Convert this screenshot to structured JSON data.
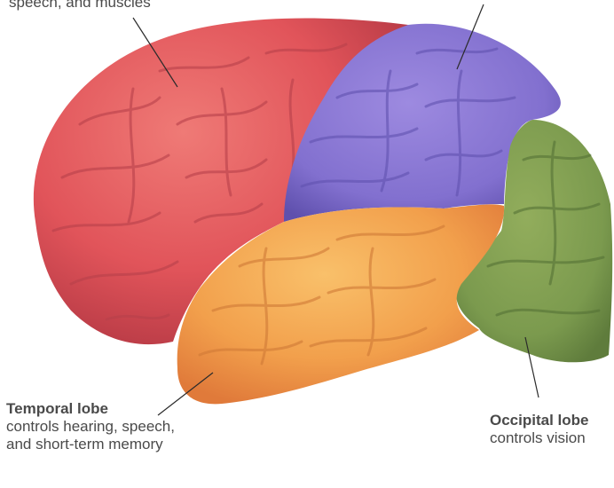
{
  "labels": {
    "frontal": {
      "desc": "speech, and muscles"
    },
    "temporal": {
      "title": "Temporal lobe",
      "desc": "controls hearing, speech, and short-term memory"
    },
    "occipital": {
      "title": "Occipital lobe",
      "desc": "controls vision"
    }
  },
  "colors": {
    "frontal": "#e1545a",
    "parietal": "#8773d2",
    "temporal": "#f2a04c",
    "occipital": "#7b9a4e",
    "text": "#4a4a4a"
  }
}
